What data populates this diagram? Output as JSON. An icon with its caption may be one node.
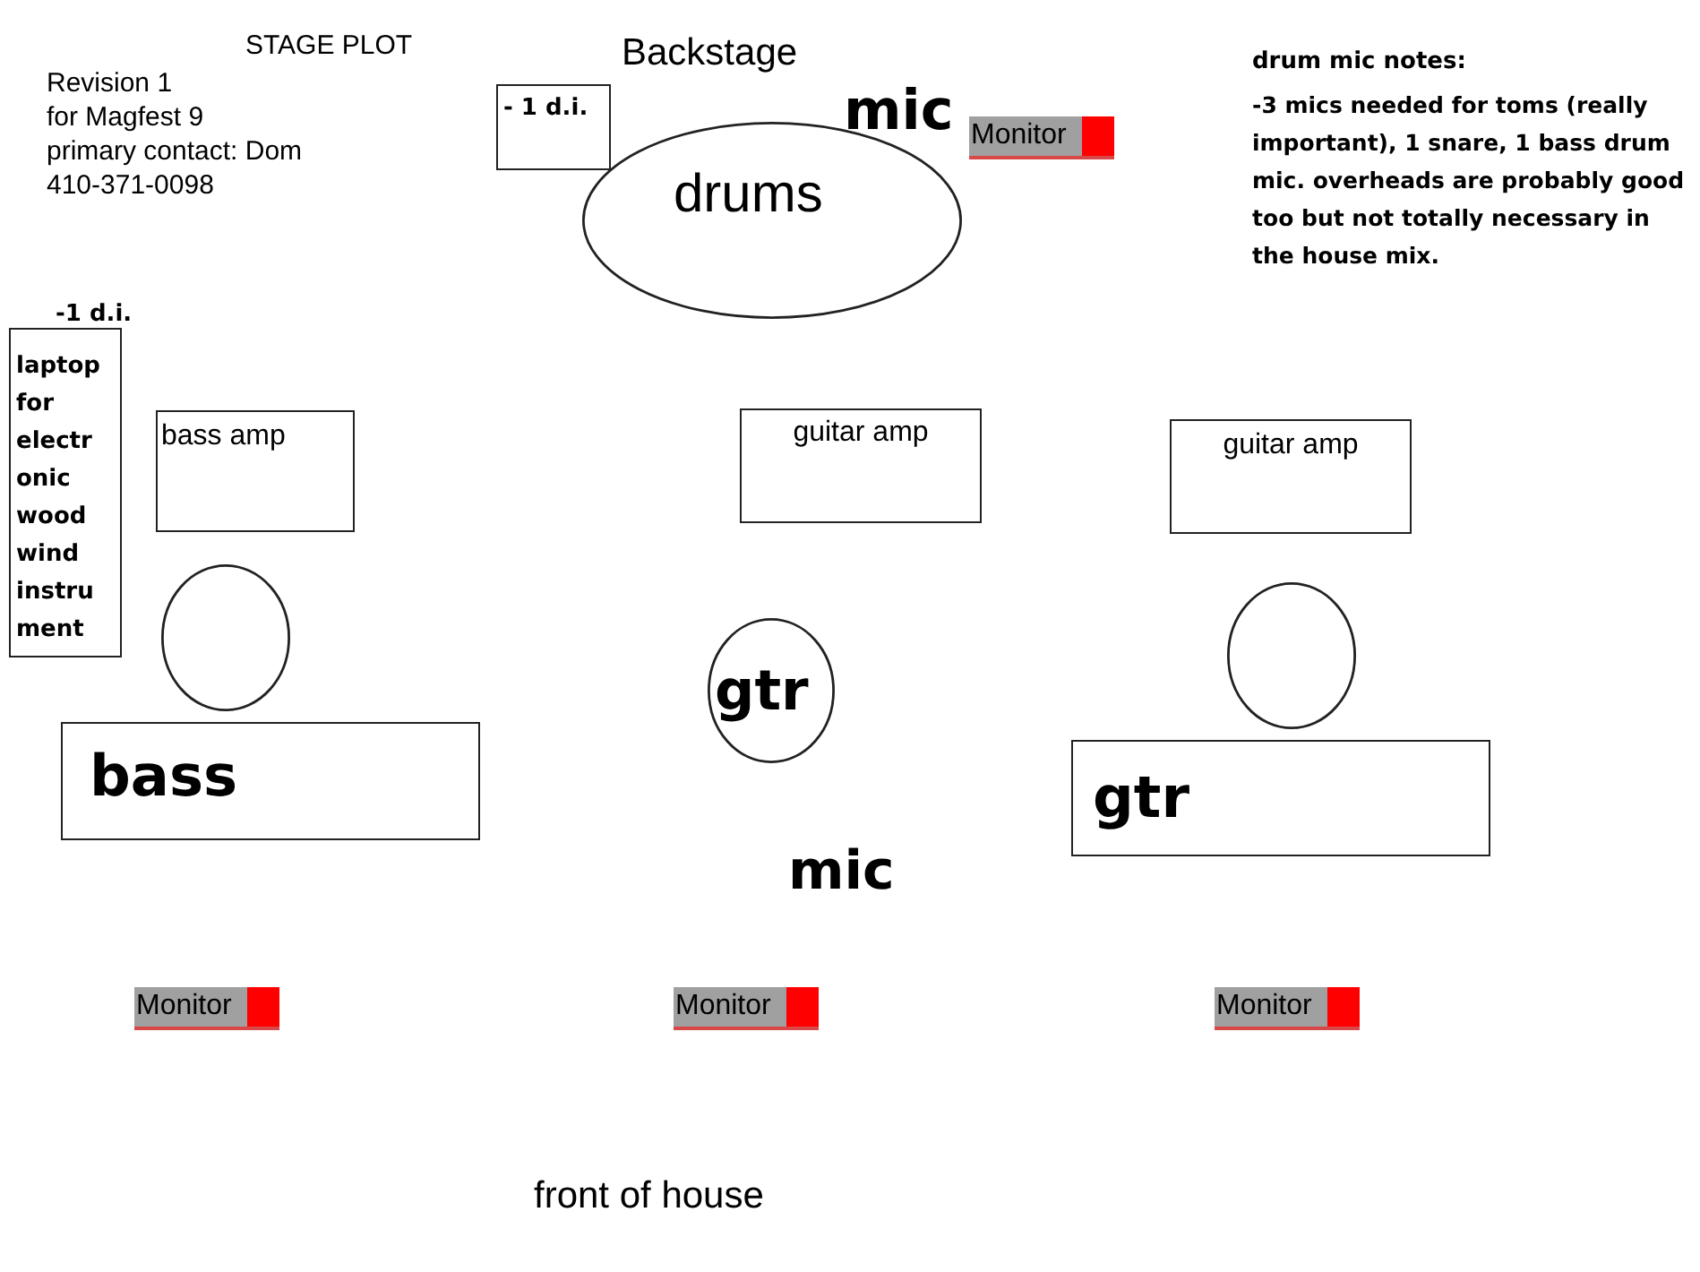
{
  "diagram": {
    "title": "STAGE PLOT",
    "nodes": [
      {
        "text": [
          "- 1 d.i."
        ]
      },
      {
        "text": [
          "drums"
        ]
      },
      {
        "text": [
          "Monitor"
        ]
      },
      {
        "text": [
          "-1 d.i.",
          "laptop for electr onic wood wind instru ment"
        ]
      },
      {
        "text": [
          "bass amp"
        ]
      },
      {
        "text": [
          "guitar amp"
        ]
      },
      {
        "text": [
          "guitar amp"
        ]
      },
      {
        "text": [],
        "shape": "circle"
      },
      {
        "text": [
          "gtr"
        ]
      },
      {
        "text": [],
        "shape": "circle"
      },
      {
        "text": [
          "bass"
        ]
      },
      {
        "text": [
          "gtr"
        ]
      },
      {
        "text": [
          "Monitor"
        ]
      },
      {
        "text": [
          "Monitor"
        ]
      },
      {
        "text": [
          "Monitor"
        ]
      }
    ],
    "labels": [
      "Backstage",
      "Revision 1",
      "for Magfest 9",
      "primary contact: Dom",
      "410-371-0098",
      "mic",
      "drum mic notes:",
      "-3 mics needed for toms (really important), 1 snare, 1 bass drum mic. overheads are probably good too but not totally necessary in the house mix.",
      "mic",
      "front of house"
    ]
  }
}
